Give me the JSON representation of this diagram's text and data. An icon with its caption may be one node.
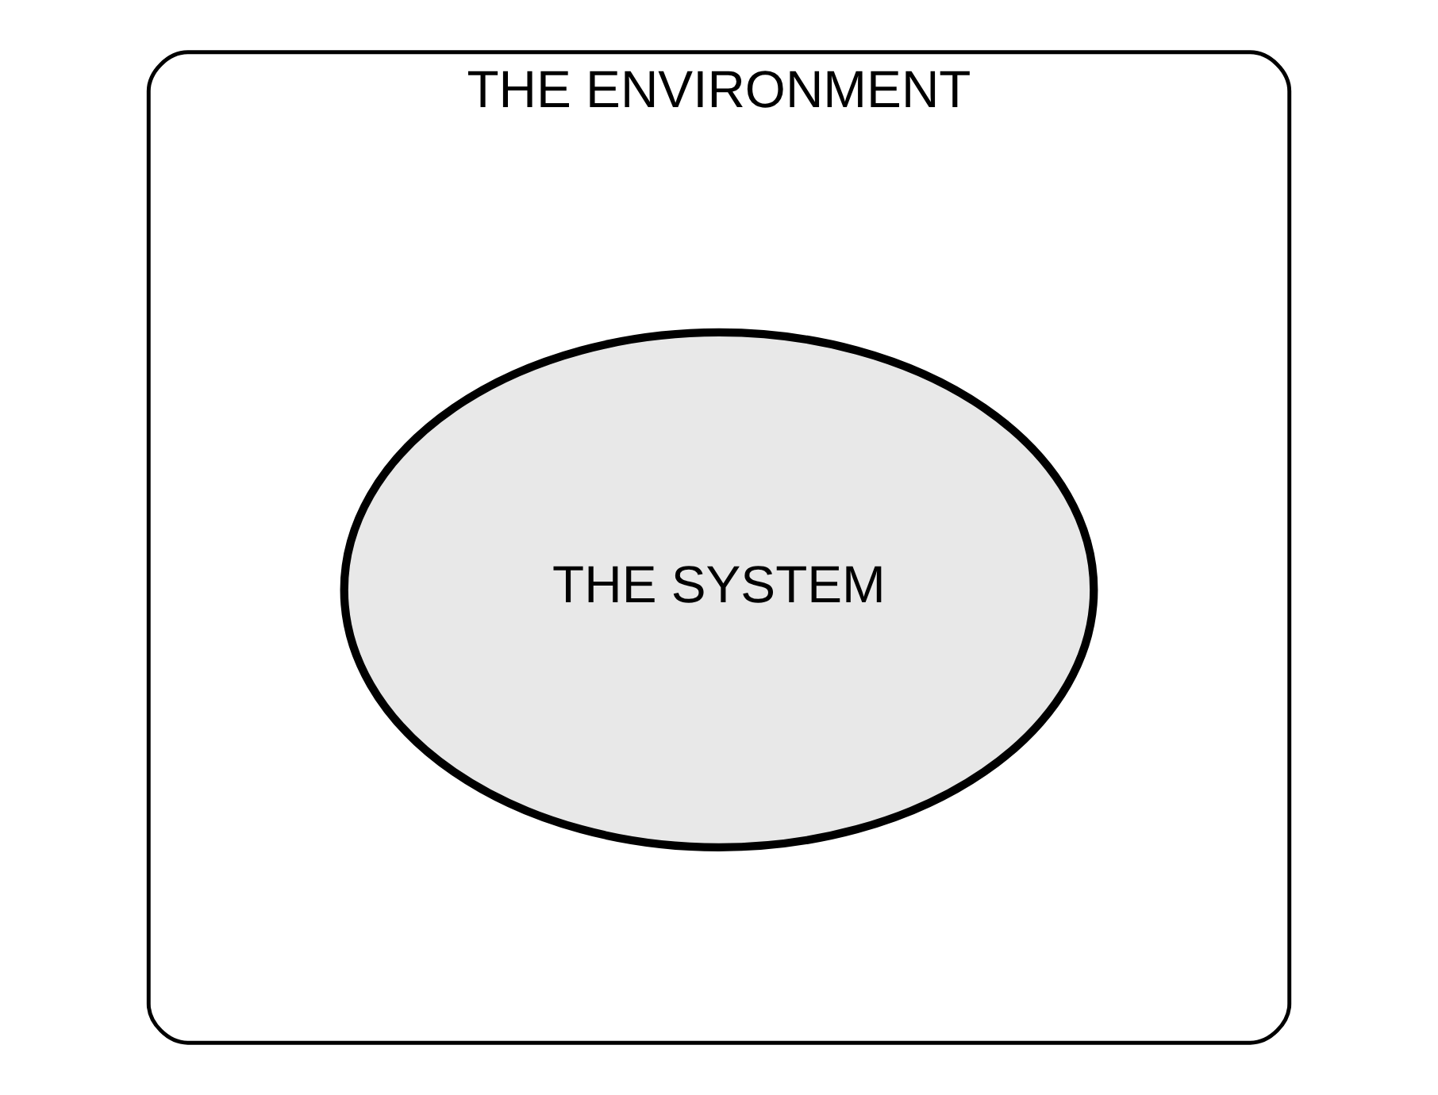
{
  "diagram": {
    "nodes": [
      {
        "text": [
          "THE ENVIRONMENT"
        ]
      },
      {
        "text": [
          "THE SYSTEM"
        ],
        "in": 0
      }
    ]
  }
}
